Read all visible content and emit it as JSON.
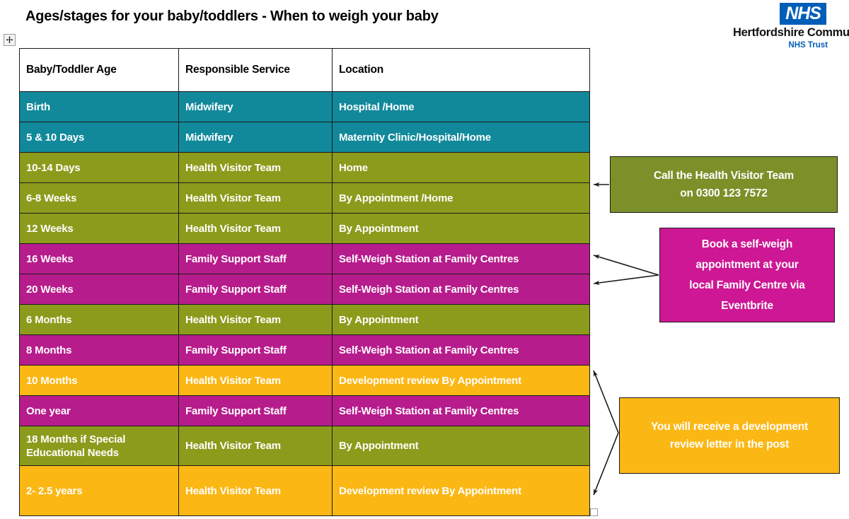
{
  "document": {
    "title": "Ages/stages for your baby/toddlers - When to weigh your baby"
  },
  "logo": {
    "badge_text": "NHS",
    "trust_name": "Hertfordshire Community",
    "trust_sub": "NHS Trust",
    "brand_color": "#005EB8"
  },
  "handles": {
    "move_icon": "move-handle-icon",
    "resize_icon": "resize-handle-icon"
  },
  "table": {
    "headers": [
      "Baby/Toddler Age",
      "Responsible Service",
      "Location"
    ],
    "rows": [
      {
        "age": "Birth",
        "service": "Midwifery",
        "location": "Hospital /Home",
        "color": "#11899B",
        "size": "std"
      },
      {
        "age": "5 & 10 Days",
        "service": "Midwifery",
        "location": "Maternity Clinic/Hospital/Home",
        "color": "#11899B",
        "size": "std"
      },
      {
        "age": "10-14 Days",
        "service": "Health Visitor Team",
        "location": "Home",
        "color": "#8C9B1B",
        "size": "std"
      },
      {
        "age": "6-8 Weeks",
        "service": "Health Visitor Team",
        "location": "By Appointment /Home",
        "color": "#8C9B1B",
        "size": "std"
      },
      {
        "age": "12 Weeks",
        "service": "Health Visitor Team",
        "location": "By Appointment",
        "color": "#8C9B1B",
        "size": "std"
      },
      {
        "age": "16 Weeks",
        "service": "Family Support Staff",
        "location": "Self-Weigh Station at Family Centres",
        "color": "#B71C8C",
        "size": "std"
      },
      {
        "age": "20 Weeks",
        "service": "Family Support Staff",
        "location": "Self-Weigh Station at Family Centres",
        "color": "#B71C8C",
        "size": "std"
      },
      {
        "age": "6 Months",
        "service": "Health Visitor Team",
        "location": "By Appointment",
        "color": "#8C9B1B",
        "size": "std"
      },
      {
        "age": "8 Months",
        "service": "Family Support Staff",
        "location": "Self-Weigh Station at Family Centres",
        "color": "#B71C8C",
        "size": "std"
      },
      {
        "age": "10 Months",
        "service": "Health Visitor Team",
        "location": "Development review By Appointment",
        "color": "#FBB714",
        "size": "std"
      },
      {
        "age": "One year",
        "service": "Family Support Staff",
        "location": "Self-Weigh Station at Family Centres",
        "color": "#B71C8C",
        "size": "std"
      },
      {
        "age": "18 Months if Special Educational Needs",
        "service": "Health Visitor Team",
        "location": "By Appointment",
        "color": "#8C9B1B",
        "size": "tall"
      },
      {
        "age": "2- 2.5 years",
        "service": "Health Visitor Team",
        "location": "Development review By Appointment",
        "color": "#FBB714",
        "size": "xtall"
      }
    ]
  },
  "callouts": {
    "health_visitor": {
      "lines": [
        "Call the Health Visitor Team",
        "on 0300 123 7572"
      ],
      "color": "#7B9029"
    },
    "self_weigh": {
      "lines": [
        "Book a self-weigh",
        "appointment at your",
        "local Family Centre via",
        "Eventbrite"
      ],
      "color": "#CD1794"
    },
    "development_review": {
      "lines": [
        "You will receive a development",
        "review letter in the post"
      ],
      "color": "#FBB714"
    }
  }
}
